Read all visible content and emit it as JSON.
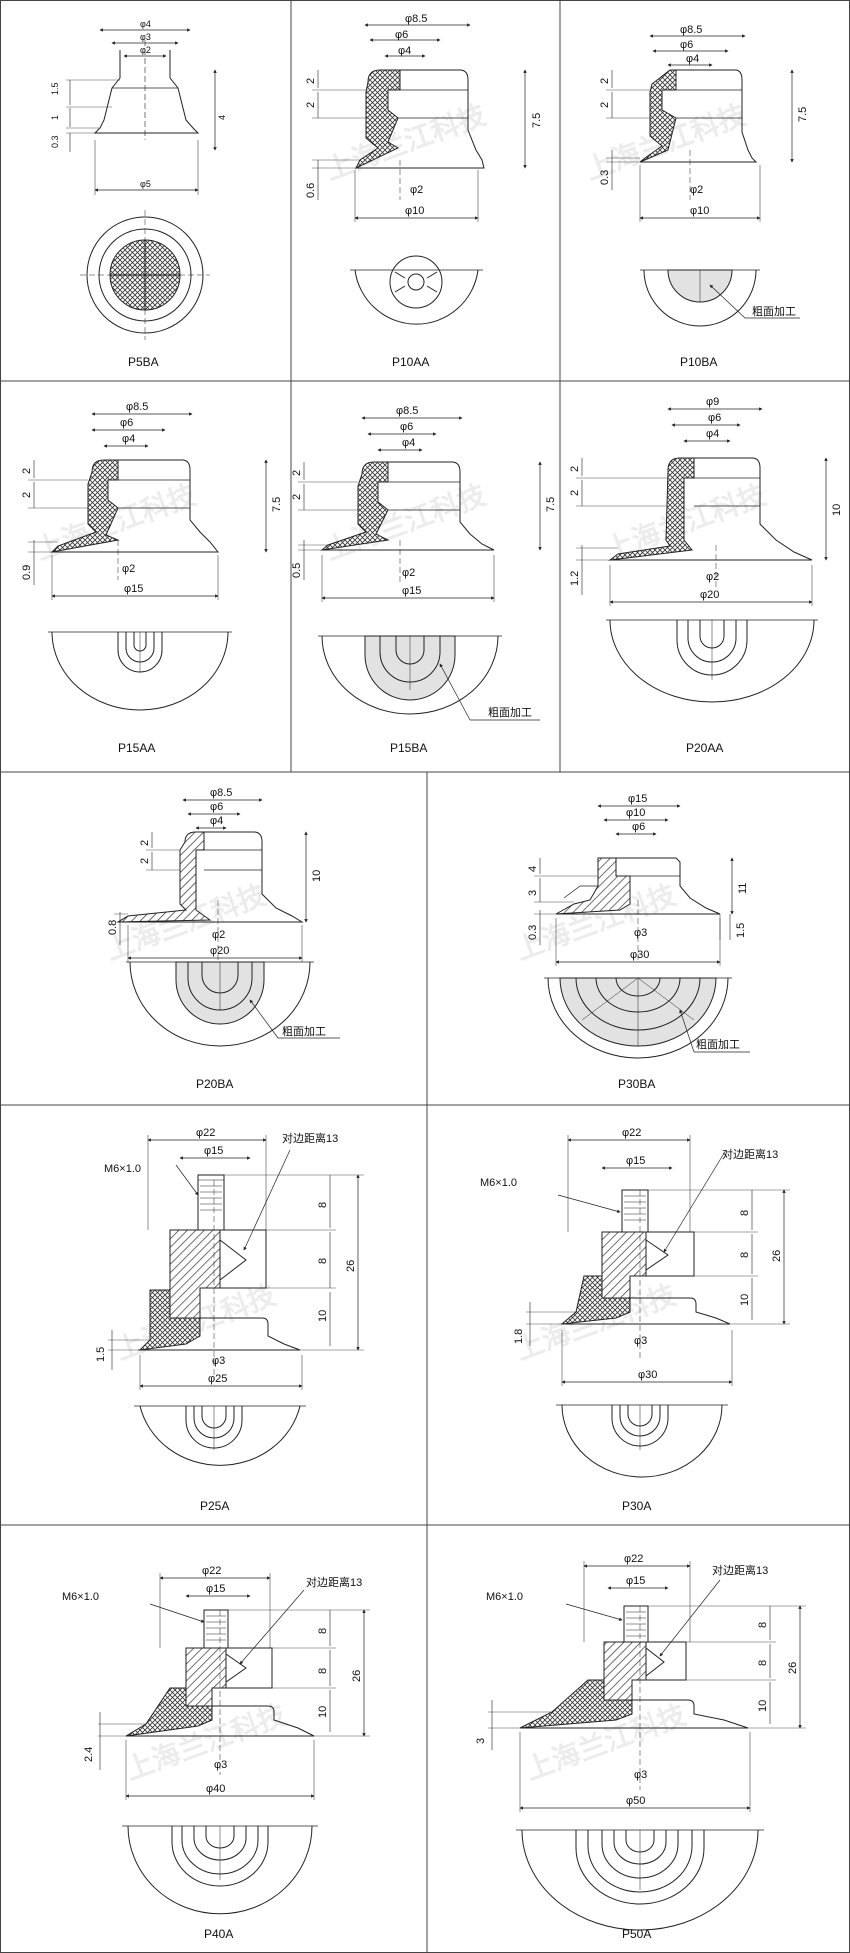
{
  "colors": {
    "line": "#222222",
    "frame": "#444444",
    "hatch": "#333333",
    "rough_fill": "#e2e2e2",
    "watermark": "#ececec"
  },
  "labels": {
    "rough": "粗面加工",
    "hex": "对边距离13",
    "thread": "M6×1.0",
    "watermark": "上海兰江科技"
  },
  "cells": [
    {
      "id": "p5ba",
      "caption": "P5BA",
      "dims": {
        "d_top": "φ4",
        "d_mid": "φ3",
        "d_in": "φ2",
        "d_base": "φ5",
        "h1": "1.5",
        "h2": "1",
        "h3": "0.3",
        "h_total": "4"
      }
    },
    {
      "id": "p10aa",
      "caption": "P10AA",
      "dims": {
        "d_top": "φ8.5",
        "d_mid": "φ6",
        "d_in": "φ4",
        "d_hole": "φ2",
        "d_base": "φ10",
        "h1": "2",
        "h2": "2",
        "h3": "0.6",
        "h_total": "7.5"
      }
    },
    {
      "id": "p10ba",
      "caption": "P10BA",
      "dims": {
        "d_top": "φ8.5",
        "d_mid": "φ6",
        "d_in": "φ4",
        "d_hole": "φ2",
        "d_base": "φ10",
        "h1": "2",
        "h2": "2",
        "h3": "0.3",
        "h_total": "7.5"
      }
    },
    {
      "id": "p15aa",
      "caption": "P15AA",
      "dims": {
        "d_top": "φ8.5",
        "d_mid": "φ6",
        "d_in": "φ4",
        "d_hole": "φ2",
        "d_base": "φ15",
        "h1": "2",
        "h2": "2",
        "h3": "0.9",
        "h_total": "7.5"
      }
    },
    {
      "id": "p15ba",
      "caption": "P15BA",
      "dims": {
        "d_top": "φ8.5",
        "d_mid": "φ6",
        "d_in": "φ4",
        "d_hole": "φ2",
        "d_base": "φ15",
        "h1": "2",
        "h2": "2",
        "h3": "0.5",
        "h_total": "7.5"
      }
    },
    {
      "id": "p20aa",
      "caption": "P20AA",
      "dims": {
        "d_top": "φ9",
        "d_mid": "φ6",
        "d_in": "φ4",
        "d_hole": "φ2",
        "d_base": "φ20",
        "h1": "2",
        "h2": "2",
        "h3": "1.2",
        "h_total": "10"
      }
    },
    {
      "id": "p20ba",
      "caption": "P20BA",
      "dims": {
        "d_top": "φ8.5",
        "d_mid": "φ6",
        "d_in": "φ4",
        "d_hole": "φ2",
        "d_base": "φ20",
        "h1": "2",
        "h2": "2",
        "h3": "0.8",
        "h_total": "10"
      }
    },
    {
      "id": "p30ba",
      "caption": "P30BA",
      "dims": {
        "d_top": "φ15",
        "d_mid": "φ10",
        "d_in": "φ6",
        "d_hole": "φ3",
        "d_base": "φ30",
        "h1": "4",
        "h2": "3",
        "h3": "0.3",
        "h_total": "11",
        "h_side": "1.5"
      }
    },
    {
      "id": "p25a",
      "caption": "P25A",
      "dims": {
        "d_top": "φ22",
        "d_mid": "φ15",
        "d_hole": "φ3",
        "d_base": "φ25",
        "h1": "8",
        "h2": "8",
        "h3": "10",
        "h_total": "26",
        "h_lip": "1.5"
      }
    },
    {
      "id": "p30a",
      "caption": "P30A",
      "dims": {
        "d_top": "φ22",
        "d_mid": "φ15",
        "d_hole": "φ3",
        "d_base": "φ30",
        "h1": "8",
        "h2": "8",
        "h3": "10",
        "h_total": "26",
        "h_lip": "1.8"
      }
    },
    {
      "id": "p40a",
      "caption": "P40A",
      "dims": {
        "d_top": "φ22",
        "d_mid": "φ15",
        "d_hole": "φ3",
        "d_base": "φ40",
        "h1": "8",
        "h2": "8",
        "h3": "10",
        "h_total": "26",
        "h_lip": "2.4"
      }
    },
    {
      "id": "p50a",
      "caption": "P50A",
      "dims": {
        "d_top": "φ22",
        "d_mid": "φ15",
        "d_hole": "φ3",
        "d_base": "φ50",
        "h1": "8",
        "h2": "8",
        "h3": "10",
        "h_total": "26",
        "h_lip": "3"
      }
    }
  ]
}
